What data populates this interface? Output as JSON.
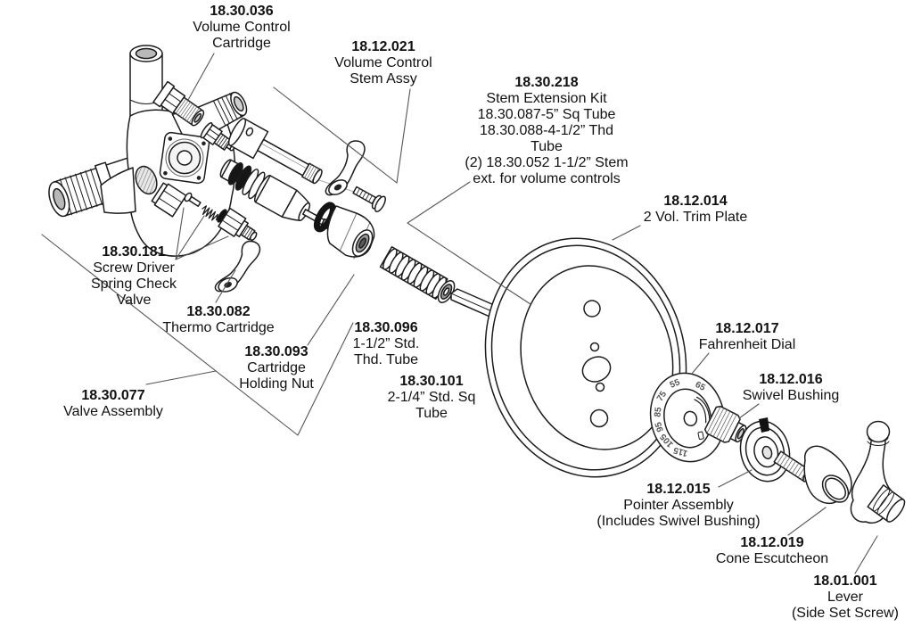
{
  "diagram": {
    "background": "#ffffff",
    "ink": "#1a1a1a",
    "labels": [
      {
        "number": "18.30.036",
        "lines": [
          "Volume Control",
          "Cartridge"
        ]
      },
      {
        "number": "18.12.021",
        "lines": [
          "Volume Control",
          "Stem Assy"
        ]
      },
      {
        "number": "18.30.218",
        "lines": [
          "Stem Extension Kit",
          "18.30.087-5” Sq Tube",
          "18.30.088-4-1/2” Thd",
          "Tube",
          "(2) 18.30.052 1-1/2” Stem",
          "ext. for volume controls"
        ]
      },
      {
        "number": "18.12.014",
        "lines": [
          "2 Vol. Trim Plate"
        ]
      },
      {
        "number": "18.30.181",
        "lines": [
          "Screw Driver",
          "Spring Check",
          "Valve"
        ]
      },
      {
        "number": "18.30.082",
        "lines": [
          "Thermo Cartridge"
        ]
      },
      {
        "number": "18.30.093",
        "lines": [
          "Cartridge",
          "Holding Nut"
        ]
      },
      {
        "number": "18.30.077",
        "lines": [
          "Valve Assembly"
        ]
      },
      {
        "number": "18.30.096",
        "lines": [
          "1-1/2” Std.",
          "Thd. Tube"
        ]
      },
      {
        "number": "18.30.101",
        "lines": [
          "2-1/4” Std. Sq",
          "Tube"
        ]
      },
      {
        "number": "18.12.017",
        "lines": [
          "Fahrenheit Dial"
        ]
      },
      {
        "number": "18.12.016",
        "lines": [
          "Swivel Bushing"
        ]
      },
      {
        "number": "18.12.015",
        "lines": [
          "Pointer Assembly",
          "(Includes Swivel Bushing)"
        ]
      },
      {
        "number": "18.12.019",
        "lines": [
          "Cone Escutcheon"
        ]
      },
      {
        "number": "18.01.001",
        "lines": [
          "Lever",
          "(Side Set Screw)"
        ]
      }
    ],
    "dial_numbers": [
      "55",
      "65",
      "75",
      "85",
      "95",
      "105",
      "115"
    ]
  }
}
